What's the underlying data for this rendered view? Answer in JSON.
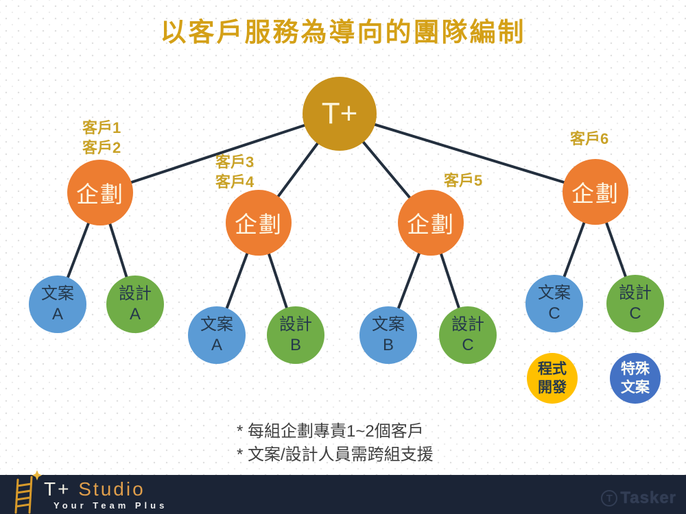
{
  "title": "以客戶服務為導向的團隊編制",
  "diagram": {
    "root_label": "T+",
    "groups": [
      {
        "customer_label": "客戶1\n客戶2",
        "parent_label": "企劃",
        "children": [
          {
            "label": "文案\nA"
          },
          {
            "label": "設計\nA"
          }
        ]
      },
      {
        "customer_label": "客戶3\n客戶4",
        "parent_label": "企劃",
        "children": [
          {
            "label": "文案\nA"
          },
          {
            "label": "設計\nB"
          }
        ]
      },
      {
        "customer_label": "客戶5",
        "parent_label": "企劃",
        "children": [
          {
            "label": "文案\nB"
          },
          {
            "label": "設計\nC"
          }
        ]
      },
      {
        "customer_label": "客戶6",
        "parent_label": "企劃",
        "children": [
          {
            "label": "文案\nC"
          },
          {
            "label": "設計\nC"
          }
        ]
      }
    ],
    "extra_nodes": [
      {
        "label": "程式\n開發"
      },
      {
        "label": "特殊\n文案"
      }
    ]
  },
  "notes": [
    "* 每組企劃專責1~2個客戶",
    "* 文案/設計人員需跨組支援"
  ],
  "footer": {
    "brand_prefix": "T+",
    "brand_name": "Studio",
    "tagline": "Your Team Plus",
    "watermark": "Tasker",
    "watermark_icon_letter": "T"
  },
  "colors": {
    "title_gold": "#D4A017",
    "root_node_gold": "#C8921C",
    "planning_orange": "#ED7D31",
    "copywriting_blue": "#5B9BD5",
    "design_green": "#70AD47",
    "dev_yellow": "#FFC000",
    "special_blue": "#4472C4",
    "connector_line": "#232F3E",
    "customer_label_gold": "#C9A227",
    "notes_text": "#3F3F3F",
    "footer_bar_navy": "#1B2436",
    "ladder_gold": "#D79A2B"
  }
}
